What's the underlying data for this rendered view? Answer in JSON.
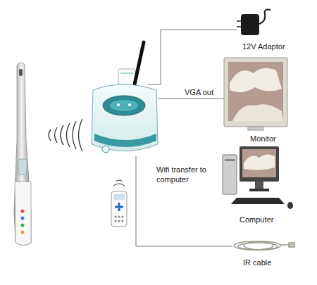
{
  "diagram": {
    "nodes": [
      {
        "text": [
          "12V Adaptor"
        ]
      },
      {
        "text": [
          "Monitor"
        ]
      },
      {
        "text": [
          "Computer"
        ]
      },
      {
        "text": [
          "IR cable"
        ]
      }
    ],
    "labels": [
      "VGA out",
      "Wifi transfer to computer"
    ]
  }
}
